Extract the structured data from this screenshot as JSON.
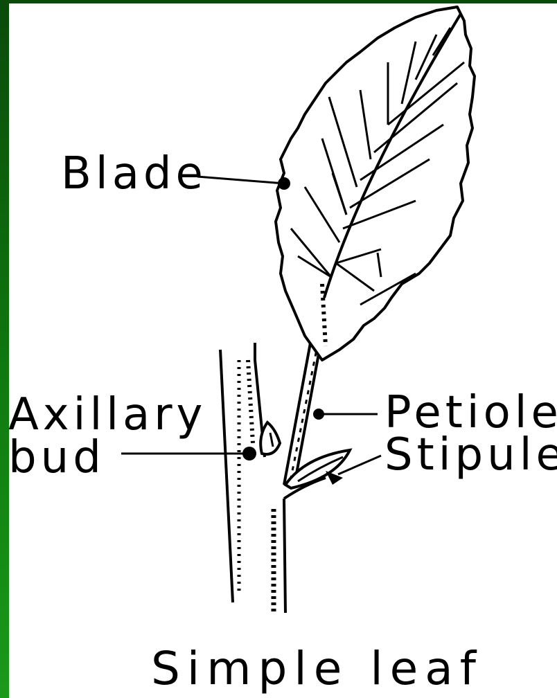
{
  "labels": {
    "blade": "Blade",
    "axillary_line1": "Axillary",
    "axillary_line2": "bud",
    "petiole": "Petiole",
    "stipule": "Stipule"
  },
  "caption": "Simple leaf",
  "colors": {
    "background": "#0f7a0f",
    "panel": "#ffffff",
    "ink": "#000000"
  }
}
